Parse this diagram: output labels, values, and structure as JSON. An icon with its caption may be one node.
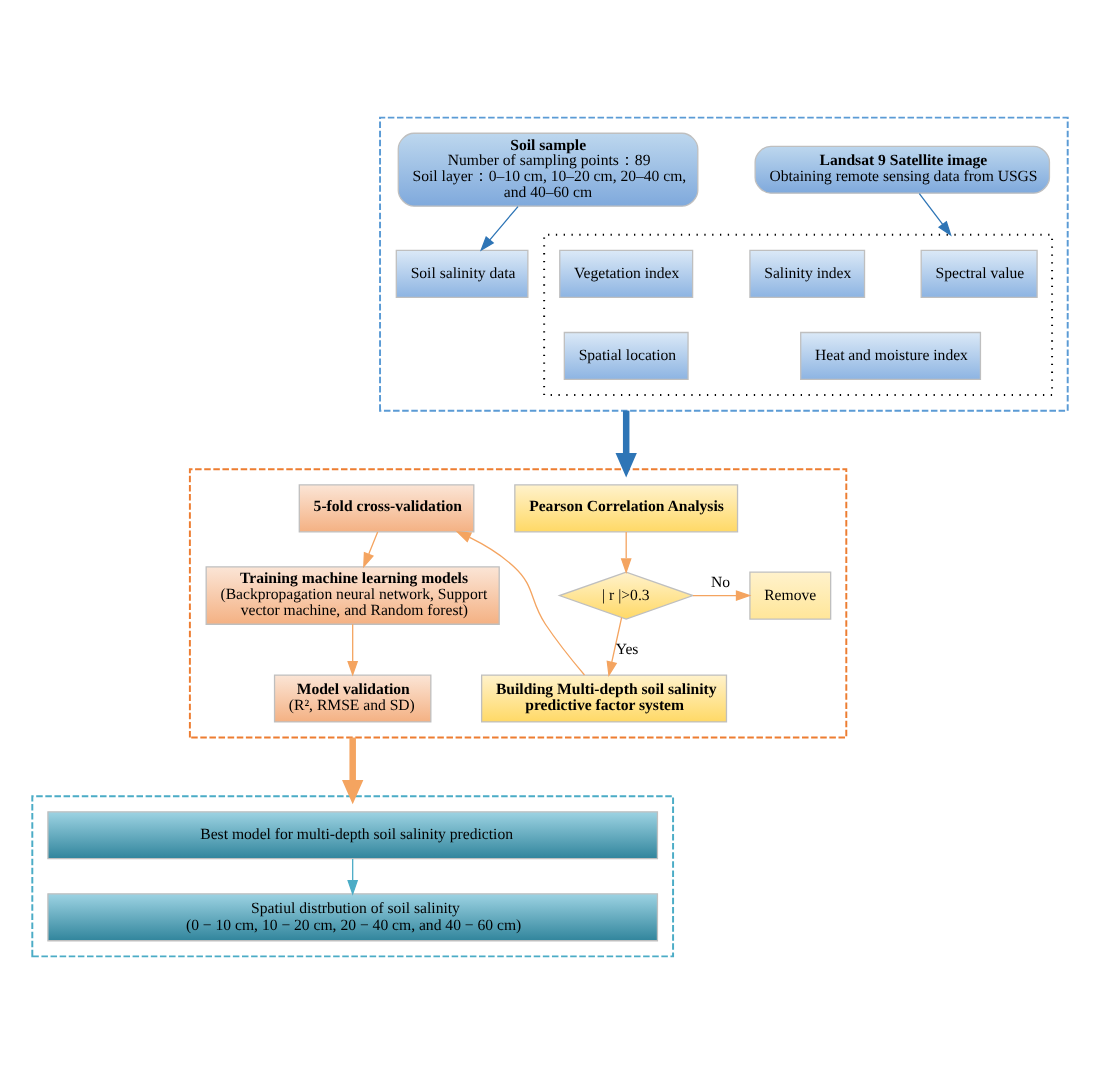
{
  "diagram": {
    "nodes": [
      {
        "text": [],
        "shape": "box"
      },
      {
        "text": [
          "Soil sample",
          "Number of sampling points：89",
          "Soil layer：0–10 cm, 10–20 cm, 20–40 cm, and 40–60 cm"
        ],
        "in": 0
      },
      {
        "text": [
          "Soil salinity data"
        ],
        "in": 0
      },
      {
        "text": [
          "Landsat 9 Satellite image",
          "Obtaining remote sensing data from USGS"
        ],
        "in": 0
      },
      {
        "text": [],
        "shape": "box",
        "in": 0
      },
      {
        "text": [
          "Spectral value"
        ],
        "in": 4
      },
      {
        "text": [
          "Salinity index"
        ],
        "in": 4
      },
      {
        "text": [
          "Vegetation index"
        ],
        "in": 4
      },
      {
        "text": [
          "Heat and moisture index"
        ],
        "in": 4
      },
      {
        "text": [
          "Spatial location"
        ],
        "in": 4
      },
      {
        "text": [],
        "shape": "box"
      },
      {
        "text": [
          "Pearson Correlation Analysis"
        ],
        "in": 10
      },
      {
        "text": [
          "| r |>0.3"
        ],
        "in": 10
      },
      {
        "text": [
          "Remove"
        ],
        "in": 10
      },
      {
        "text": [
          "Building Multi-depth soil salinity predictive factor system"
        ],
        "in": 10
      },
      {
        "text": [
          "5-fold cross-validation"
        ],
        "in": 10
      },
      {
        "text": [
          "Training machine learning models",
          "(Backpropagation neural network, Support vector machine, and Random forest)"
        ],
        "in": 10
      },
      {
        "text": [
          "Model validation",
          "(R², RMSE and SD)"
        ],
        "in": 10
      },
      {
        "text": [],
        "shape": "box"
      },
      {
        "text": [
          "Best model for multi-depth soil salinity prediction"
        ],
        "in": 18
      },
      {
        "text": [
          "Spatiul distrbution of soil salinity",
          "(0 − 10 cm, 10 − 20 cm, 20 − 40 cm, and 40 − 60 cm)"
        ],
        "in": 18
      }
    ],
    "edges": [
      {
        "from": 1,
        "to": 2,
        "arrow": "to",
        "color": "#2e75b6"
      },
      {
        "from": 3,
        "to": 4,
        "arrow": "to",
        "color": "#2e75b6"
      },
      {
        "from": 0,
        "to": 10,
        "arrow": "to",
        "style": "thick",
        "color": "#2e75b6"
      },
      {
        "from": 11,
        "to": 12,
        "arrow": "to"
      },
      {
        "from": 12,
        "to": 13,
        "arrow": "to",
        "label": "No"
      },
      {
        "from": 12,
        "to": 14,
        "arrow": "to",
        "label": "Yes"
      },
      {
        "from": 14,
        "to": 15,
        "arrow": "to"
      },
      {
        "from": 15,
        "to": 16,
        "arrow": "to"
      },
      {
        "from": 16,
        "to": 17,
        "arrow": "to"
      },
      {
        "from": 10,
        "to": 18,
        "arrow": "to",
        "style": "thick",
        "color": "#f4a460"
      },
      {
        "from": 19,
        "to": 20,
        "arrow": "to",
        "color": "#4bacc6"
      }
    ]
  }
}
